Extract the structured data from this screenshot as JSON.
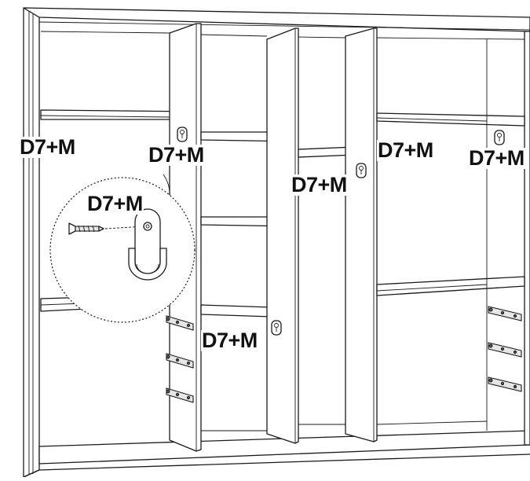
{
  "labels": {
    "left_top": "D7+M",
    "left_partition": "D7+M",
    "detail_callout": "D7+M",
    "center_right_partition": "D7+M",
    "right_partition": "D7+M",
    "right_side": "D7+M",
    "middle_lower": "D7+M"
  },
  "icons": {
    "hanger_bracket": "wardrobe-rail-bracket-icon",
    "screw": "screw-icon",
    "keyhole": "keyhole-bracket-icon",
    "drawer_handle": "drawer-runner-icon"
  }
}
